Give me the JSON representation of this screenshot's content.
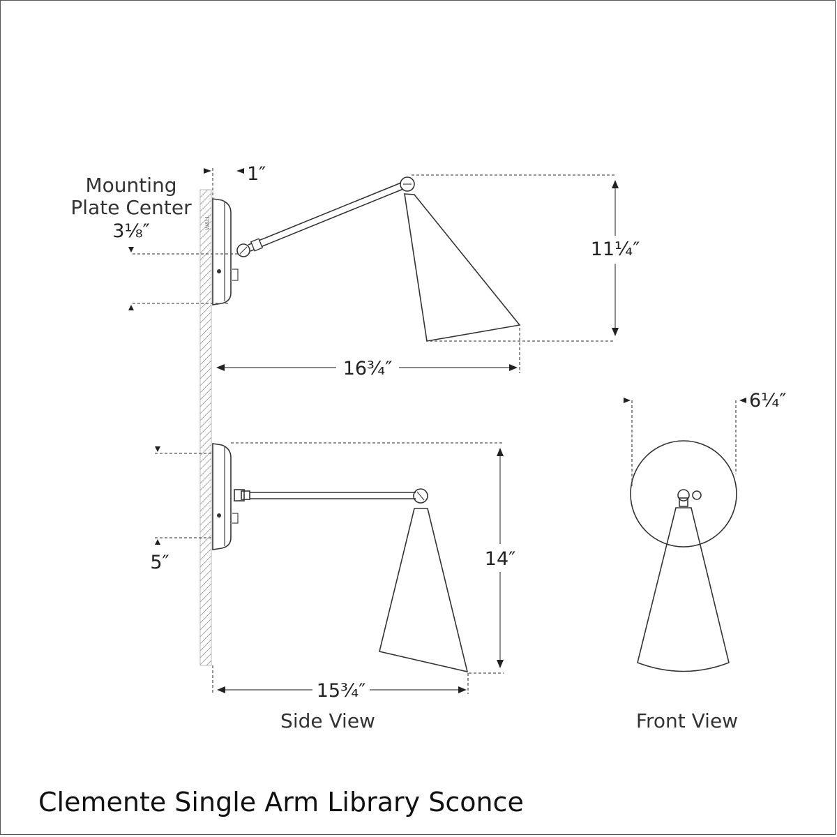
{
  "title": "Clemente Single Arm Library Sconce",
  "labels": {
    "mounting_line1": "Mounting",
    "mounting_line2": "Plate Center",
    "wall": "WALL",
    "side_view": "Side View",
    "front_view": "Front View"
  },
  "dimensions": {
    "plate_depth": "1″",
    "mounting_plate_center": "3⅛″",
    "raised_height": "11¼″",
    "raised_extension": "16¾″",
    "lowered_height": "14″",
    "lowered_extension": "15¾″",
    "lowered_offset": "5″",
    "shade_diameter": "6¼″"
  }
}
